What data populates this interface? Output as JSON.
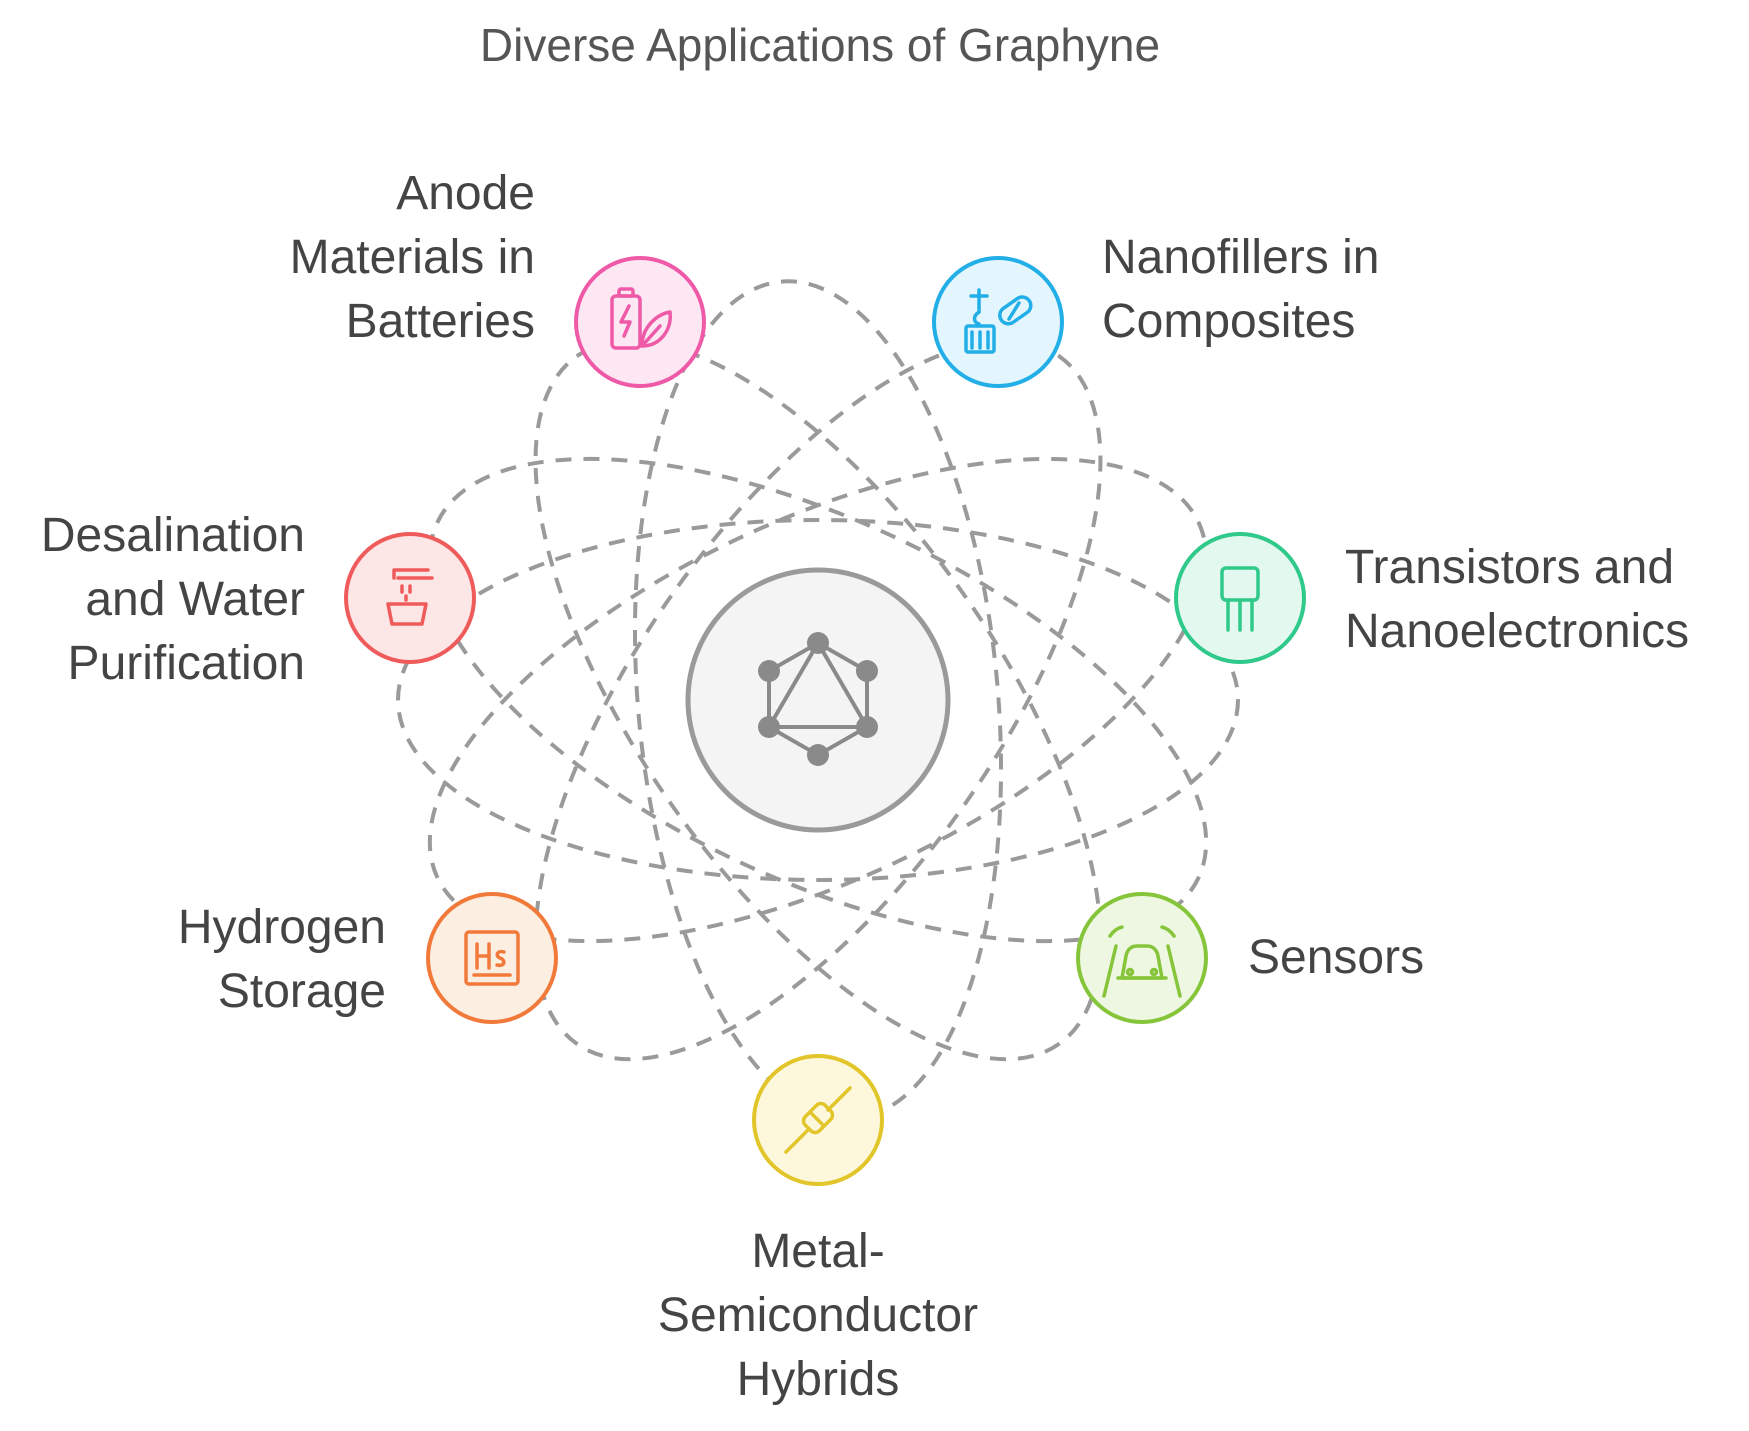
{
  "title": "Diverse Applications of Graphyne",
  "center": {
    "icon": "graphql-triangle-hexagon-icon"
  },
  "nodes": [
    {
      "id": "anode",
      "lines": [
        "Anode",
        "Materials in",
        "Batteries"
      ],
      "color": "#ee5aa8",
      "fill": "#fde7f3",
      "icon": "battery-leaf-icon"
    },
    {
      "id": "nanofillers",
      "lines": [
        "Nanofillers in",
        "Composites"
      ],
      "color": "#22aee6",
      "fill": "#e3f5fd",
      "icon": "crane-capsule-icon"
    },
    {
      "id": "transistors",
      "lines": [
        "Transistors and",
        "Nanoelectronics"
      ],
      "color": "#2fc98a",
      "fill": "#e3f8ef",
      "icon": "transistor-icon"
    },
    {
      "id": "sensors",
      "lines": [
        "Sensors"
      ],
      "color": "#86c53a",
      "fill": "#eef7e2",
      "icon": "car-sensor-icon"
    },
    {
      "id": "metal",
      "lines": [
        "Metal-",
        "Semiconductor",
        "Hybrids"
      ],
      "color": "#e2c52a",
      "fill": "#fdf8dc",
      "icon": "connector-plug-icon"
    },
    {
      "id": "hydrogen",
      "lines": [
        "Hydrogen",
        "Storage"
      ],
      "color": "#f17a3a",
      "fill": "#fdeee2",
      "icon": "hydrogen-element-icon"
    },
    {
      "id": "desalination",
      "lines": [
        "Desalination",
        "and Water",
        "Purification"
      ],
      "color": "#ef5b5b",
      "fill": "#fde6e6",
      "icon": "faucet-basin-icon"
    }
  ]
}
